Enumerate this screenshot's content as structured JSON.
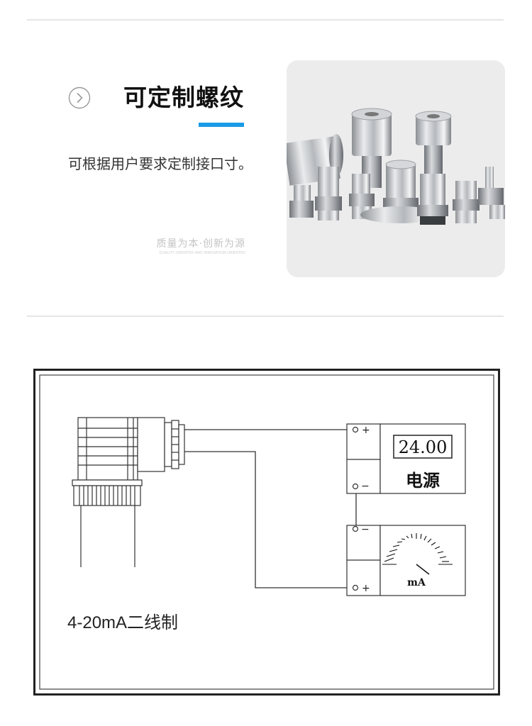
{
  "feature": {
    "title": "可定制螺纹",
    "description": "可根据用户要求定制接口寸。",
    "motto_cn": "质量为本·创新为源",
    "motto_en": "QUALITY ORIENTED AND INNOVATION ORIENTED",
    "accent_color": "#1a9be6",
    "icon": "chevron-right-circle-icon"
  },
  "diagram": {
    "power_display": "24.00",
    "power_label": "电源",
    "meter_unit": "mA",
    "plus": "+",
    "minus": "−",
    "wiring_label": "4-20mA二线制"
  }
}
